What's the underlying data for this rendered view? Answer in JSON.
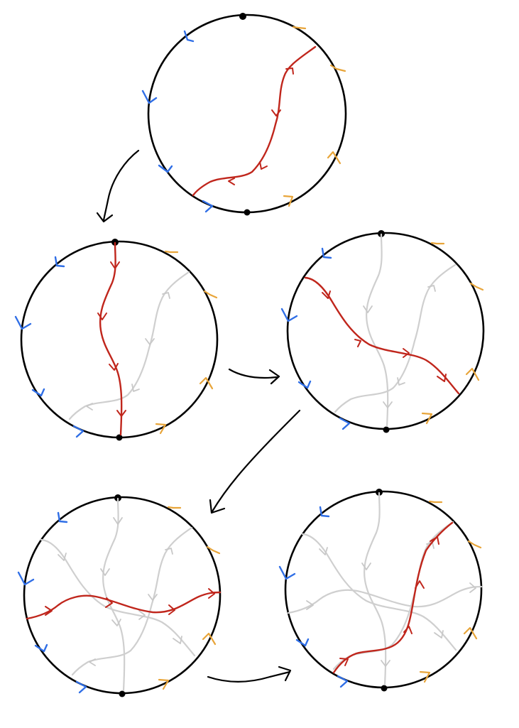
{
  "figure": {
    "colors": {
      "circle": "#000000",
      "current_path": "#c0261c",
      "previous_paths": "#cfcfcf",
      "left_boundary_arrows": "#2f6ee6",
      "right_boundary_arrows": "#e8a53a",
      "connectors": "#000000"
    },
    "panels": [
      {
        "id": "panel-1",
        "description_none": "",
        "previous_paths": 0
      },
      {
        "id": "panel-2",
        "description_none": "",
        "previous_paths": 1
      },
      {
        "id": "panel-3",
        "description_none": "",
        "previous_paths": 2
      },
      {
        "id": "panel-4",
        "description_none": "",
        "previous_paths": 3
      },
      {
        "id": "panel-5",
        "description_none": "",
        "previous_paths": 4
      }
    ],
    "icons": [
      "arrow-connector-icon"
    ]
  }
}
